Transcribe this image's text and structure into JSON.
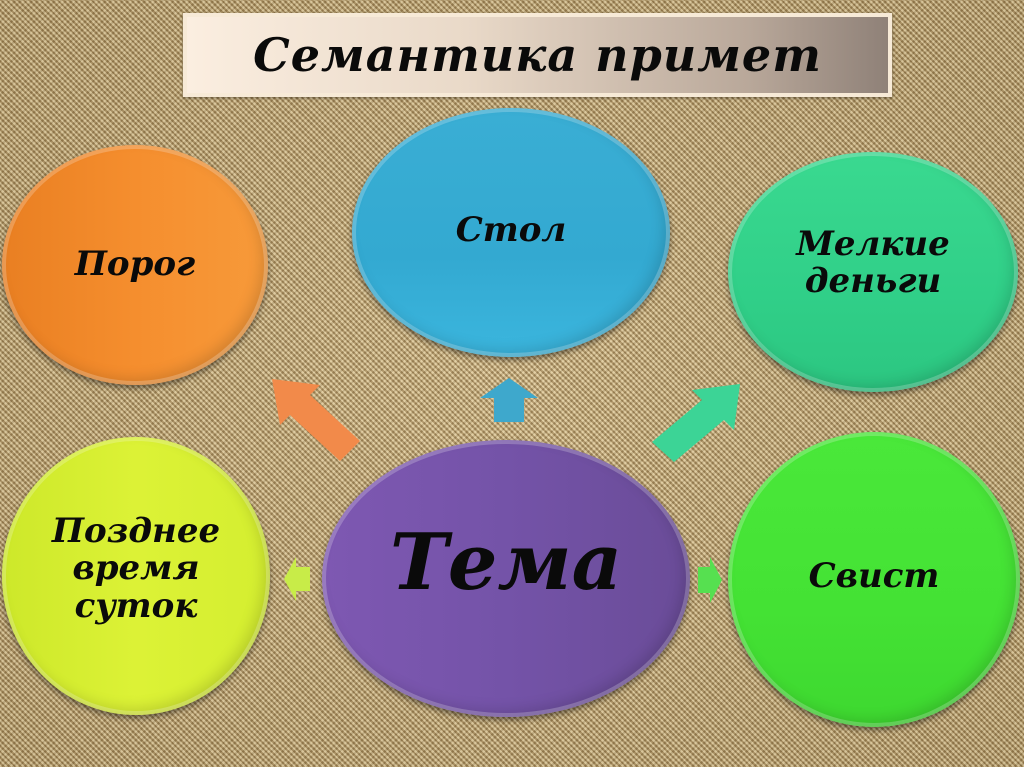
{
  "slide": {
    "title": "Семантика примет",
    "center": {
      "label": "Тема",
      "color": "#7a5aa8"
    },
    "nodes": [
      {
        "id": "porog",
        "label": "Порог",
        "color": "#f08a2c",
        "position": "top-left"
      },
      {
        "id": "stol",
        "label": "Стол",
        "color": "#35acd2",
        "position": "top-center"
      },
      {
        "id": "melkie-dengi",
        "label": "Мелкие деньги",
        "color": "#33d48a",
        "position": "top-right"
      },
      {
        "id": "pozdnee-vremya",
        "label": "Позднее время суток",
        "color": "#d8f030",
        "position": "bottom-left"
      },
      {
        "id": "svist",
        "label": "Свист",
        "color": "#48e63a",
        "position": "bottom-right"
      }
    ],
    "arrows": [
      {
        "to": "porog",
        "color": "#f28a4a",
        "direction": "up-left"
      },
      {
        "to": "stol",
        "color": "#3ea8cc",
        "direction": "up"
      },
      {
        "to": "melkie-dengi",
        "color": "#3cd496",
        "direction": "up-right"
      },
      {
        "to": "pozdnee-vremya",
        "color": "#c8ec48",
        "direction": "left"
      },
      {
        "to": "svist",
        "color": "#56e050",
        "direction": "right"
      }
    ]
  }
}
